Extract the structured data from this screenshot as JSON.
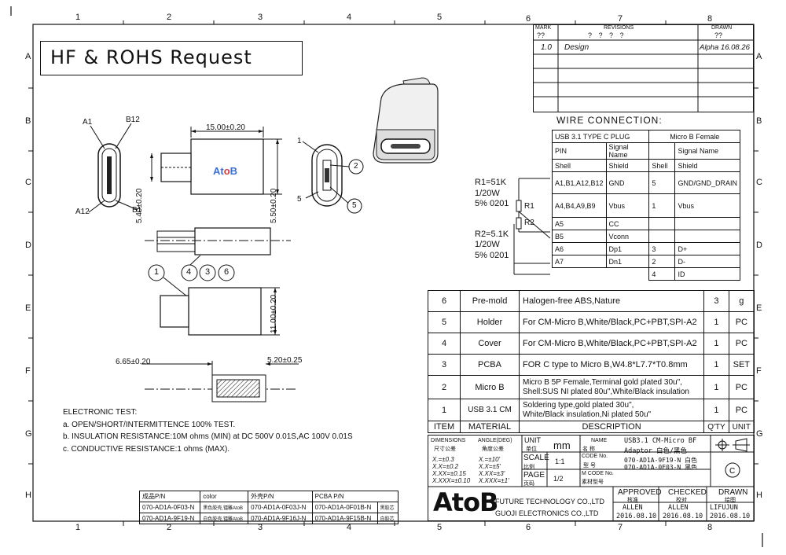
{
  "frame": {
    "columns": [
      "1",
      "2",
      "3",
      "4",
      "5",
      "6",
      "7",
      "8"
    ],
    "rows": [
      "A",
      "B",
      "C",
      "D",
      "E",
      "F",
      "G",
      "H"
    ]
  },
  "request_title": "HF & ROHS Request",
  "revision_block": {
    "header": {
      "mark": "MARK",
      "mark_val": "??",
      "revisions": "REVISIONS",
      "revisions_val": "?   ?   ?   ?",
      "drawn": "DRAWN",
      "drawn_val": "??"
    },
    "row1": {
      "mark": "1.0",
      "desc": "Design",
      "drawn": "Alpha  16.08.26"
    }
  },
  "dimensions": {
    "top_width": "15.00±0.20",
    "height_left": "5.40±0.20",
    "height_right": "5.50±0.20",
    "body_height": "11.00±0.20",
    "left_offset": "6.65±0.20",
    "right_offset": "5.20±0.25"
  },
  "pin_labels": {
    "a1": "A1",
    "b12": "B12",
    "a12": "A12",
    "b1": "B1"
  },
  "micro_labels": {
    "p1": "1",
    "p2": "2",
    "p5_left": "5",
    "p5_circle": "5"
  },
  "callouts": {
    "c1": "1",
    "c4": "4",
    "c3": "3",
    "c6": "6"
  },
  "brand_logo_small": {
    "a": "At",
    "o": "o",
    "b": "B"
  },
  "resistors": {
    "r1_value": "R1=51K",
    "r1_power": "1/20W",
    "r1_pkg": "5% 0201",
    "r2_value": "R2=5.1K",
    "r2_power": "1/20W",
    "r2_pkg": "5% 0201",
    "r1_label": "R1",
    "r2_label": "R2"
  },
  "wire_connection": {
    "title": "WIRE  CONNECTION:",
    "left_header": "USB 3.1 TYPE C PLUG",
    "right_header": "Micro B Female",
    "col_pin": "PIN",
    "col_signal": "Signal Name",
    "col_signal_r": "Signal Name",
    "rows": [
      {
        "pin": "Shell",
        "sig": "Shield",
        "rpin": "Shell",
        "rsig": "Shield"
      },
      {
        "pin": "A1,B1,A12,B12",
        "sig": "GND",
        "rpin": "5",
        "rsig": "GND/GND_DRAIN"
      },
      {
        "pin": "A4,B4,A9,B9",
        "sig": "Vbus",
        "rpin": "1",
        "rsig": "Vbus"
      },
      {
        "pin": "A5",
        "sig": "CC",
        "rpin": "",
        "rsig": ""
      },
      {
        "pin": "B5",
        "sig": "Vconn",
        "rpin": "",
        "rsig": ""
      },
      {
        "pin": "A6",
        "sig": "Dp1",
        "rpin": "3",
        "rsig": "D+"
      },
      {
        "pin": "A7",
        "sig": "Dn1",
        "rpin": "2",
        "rsig": "D-"
      },
      {
        "pin": "",
        "sig": "",
        "rpin": "4",
        "rsig": "ID"
      }
    ]
  },
  "bom": {
    "rows": [
      {
        "item": "6",
        "material": "Pre-mold",
        "desc": "Halogen-free ABS,Nature",
        "desc2": "",
        "qty": "3",
        "unit": "g"
      },
      {
        "item": "5",
        "material": "Holder",
        "desc": "For  CM-Micro B,White/Black,PC+PBT,SPI-A2",
        "desc2": "",
        "qty": "1",
        "unit": "PC"
      },
      {
        "item": "4",
        "material": "Cover",
        "desc": "For  CM-Micro B,White/Black,PC+PBT,SPI-A2",
        "desc2": "",
        "qty": "1",
        "unit": "PC"
      },
      {
        "item": "3",
        "material": "PCBA",
        "desc": "FOR C type to Micro B,W4.8*L7.7*T0.8mm",
        "desc2": "",
        "qty": "1",
        "unit": "SET"
      },
      {
        "item": "2",
        "material": "Micro B",
        "desc": "Micro B 5P Female,Terminal  gold plated 30u\",",
        "desc2": "Shell:SUS NI plated 80u\",White/Black insulation",
        "qty": "1",
        "unit": "PC"
      },
      {
        "item": "1",
        "material": "USB 3.1 CM",
        "desc": "Soldering type,gold plated 30u\",",
        "desc2": "White/Black insulation,Ni plated 50u\"",
        "qty": "1",
        "unit": "PC"
      }
    ],
    "header": {
      "item": "ITEM",
      "material": "MATERIAL",
      "desc": "DESCRIPTION",
      "qty": "Q'TY",
      "unit": "UNIT"
    }
  },
  "title_block": {
    "dim_label": "DIMENSIONS",
    "dim_label_cn": "尺寸公差",
    "angle_label": "ANGLE(DEG)",
    "angle_label_cn": "角度公差",
    "tol_lines": [
      "X.=±0.3",
      "X.X=±0.2",
      "X.XX=±0.15",
      "X.XXX=±0.10"
    ],
    "ang_lines": [
      "X.=±10'",
      "X.X=±5'",
      "X.XX=±3'",
      "X.XXX=±1'"
    ],
    "unit_label": "UNIT",
    "unit_label_cn": "单位",
    "unit_value": "mm",
    "scale_label": "SCALE",
    "scale_label_cn": "比例",
    "scale_value": "1:1",
    "page_label": "PAGE",
    "page_label_cn": "页码",
    "page_value": "1/2",
    "name_label": "NAME",
    "name_label_cn": "名  称",
    "name_value": "USB3.1 CM-Micro BF",
    "name_value2": "Adaptor  白色/黑色",
    "code_label": "CODE No.",
    "code_label_cn": "型  号",
    "code_value1": "070-AD1A-9F19-N  白色",
    "code_value2": "070-AD1A-0F03-N  黑色",
    "mcode_label": "M CODE No.",
    "mcode_label_cn": "素材型号",
    "approved": "APPROVED",
    "approved_cn": "核准",
    "checked": "CHECKED",
    "checked_cn": "校对",
    "drawn": "DRAWN",
    "drawn_cn": "绘图",
    "approved_name": "ALLEN",
    "approved_date": "2016.08.10",
    "checked_name": "ALLEN",
    "checked_date": "2016.08.10",
    "drawn_name": "LIFUJUN",
    "drawn_date": "2016.08.10",
    "company_line1": "FUTURE TECHNOLOGY CO.,LTD",
    "company_line2": "GUOJI ELECTRONICS CO.,LTD",
    "logo": "AtoB"
  },
  "electronic_test": {
    "title": "ELECTRONIC TEST:",
    "a": "a. OPEN/SHORT/INTERMITTENCE 100% TEST.",
    "b": "b. INSULATION RESISTANCE:10M ohms  (MIN) at DC 500V 0.01S,AC 100V 0.01S",
    "c": "c. CONDUCTIVE RESISTANCE:1  ohms  (MAX)."
  },
  "pn_table": {
    "h1": "成品P/N",
    "h2": "color",
    "h3": "外壳P/N",
    "h4": "PCBA P/N",
    "r1": [
      "070-AD1A-0F03-N",
      "黑色胶壳,镭雕AtoB",
      "070-AD1A-0F03J-N",
      "070-AD1A-0F01B-N",
      "黑胶芯"
    ],
    "r2": [
      "070-AD1A-9F19-N",
      "白色胶壳,镭雕AtoB",
      "070-AD1A-9F16J-N",
      "070-AD1A-9F15B-N",
      "白胶芯"
    ]
  }
}
